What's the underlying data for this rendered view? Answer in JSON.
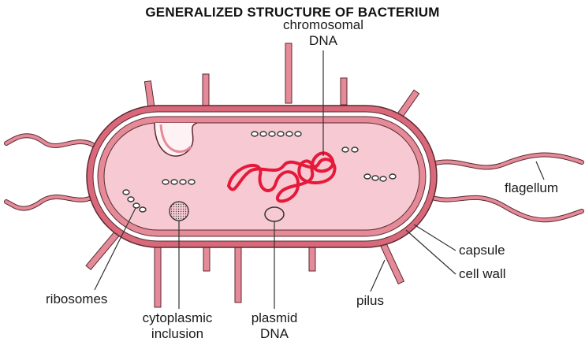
{
  "title": "GENERALIZED STRUCTURE OF BACTERIUM",
  "labels": {
    "chromosomal_dna_line1": "chromosomal",
    "chromosomal_dna_line2": "DNA",
    "flagellum": "flagellum",
    "capsule": "capsule",
    "cell_wall": "cell wall",
    "pilus": "pilus",
    "ribosomes": "ribosomes",
    "cytoplasmic_inclusion_line1": "cytoplasmic",
    "cytoplasmic_inclusion_line2": "inclusion",
    "plasmid_dna_line1": "plasmid",
    "plasmid_dna_line2": "DNA"
  },
  "colors": {
    "capsule": "#d9697a",
    "capsule_outline": "#5a2a30",
    "wall_gap": "#ffffff",
    "cytoplasm": "#f7c9d2",
    "appendage": "#e58a98",
    "dna": "#e5193a",
    "ribosome": "#ffffff"
  }
}
